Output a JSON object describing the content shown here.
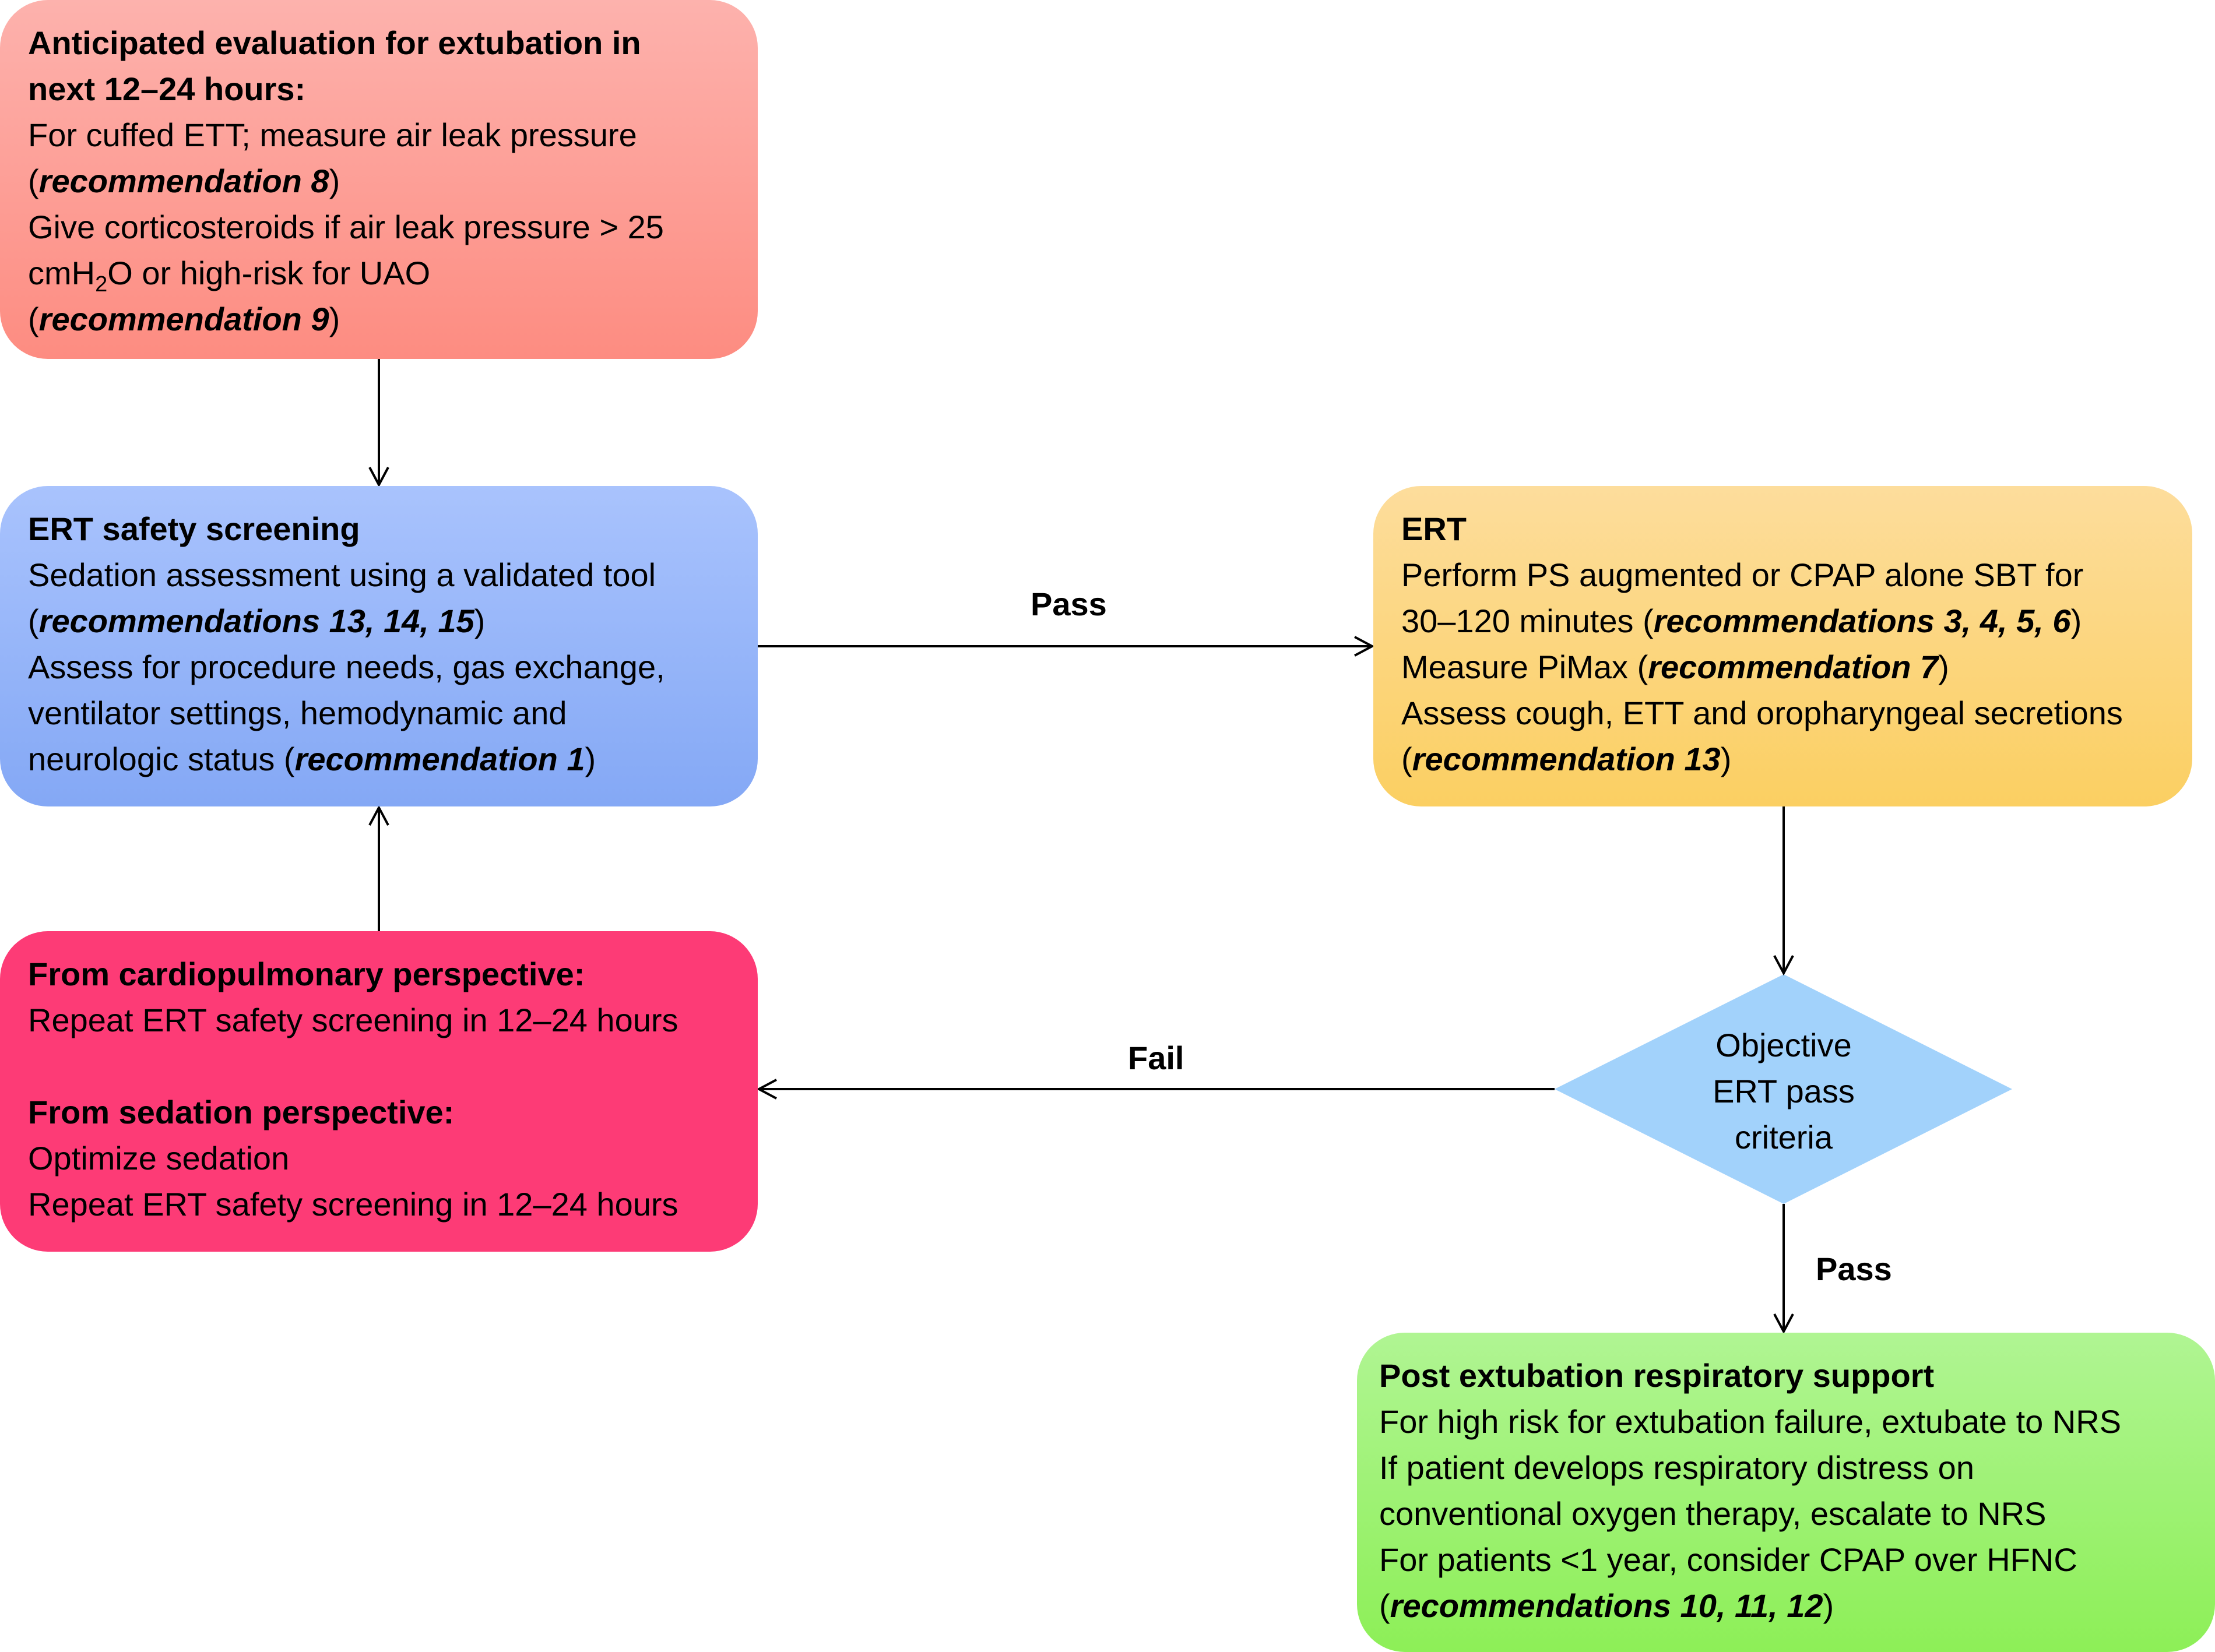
{
  "boxes": {
    "anticipated": {
      "title_line1": "Anticipated evaluation for extubation in",
      "title_line2": "next 12–24 hours:",
      "line1": "For cuffed ETT; measure air leak pressure",
      "rec1": "recommendation 8",
      "line2": "Give corticosteroids if air leak pressure > 25",
      "line3_pre": "cmH",
      "line3_sub": "2",
      "line3_post": "O or high-risk for UAO",
      "rec2": "recommendation 9",
      "color": "#fd9a90"
    },
    "safety": {
      "title": "ERT safety screening",
      "line1": "Sedation assessment using a validated tool",
      "rec1": "recommendations 13, 14, 15",
      "line2": "Assess for procedure needs, gas exchange,",
      "line3": "ventilator settings, hemodynamic and",
      "line4_pre": "neurologic status (",
      "rec2": "recommendation 1",
      "color": "#97b5fa"
    },
    "ert": {
      "title": "ERT",
      "line1": "Perform PS augmented or CPAP alone SBT for",
      "line2_pre": "30–120 minutes (",
      "rec1": "recommendations 3, 4, 5, 6",
      "line3_pre": "Measure PiMax (",
      "rec2": "recommendation 7",
      "line4": "Assess cough, ETT and oropharyngeal secretions",
      "rec3": "recommendation 13",
      "color": "#fcd67e"
    },
    "fail_actions": {
      "title1": "From cardiopulmonary perspective:",
      "line1": "Repeat ERT safety screening in 12–24 hours",
      "title2": "From sedation perspective:",
      "line2": "Optimize sedation",
      "line3": "Repeat ERT safety screening in 12–24 hours",
      "color": "#fd3b76"
    },
    "post": {
      "title": "Post extubation respiratory support",
      "line1": "For high risk for extubation failure, extubate to NRS",
      "line2": "If patient develops respiratory distress on",
      "line3": "conventional oxygen therapy, escalate to NRS",
      "line4": "For patients <1 year, consider CPAP over HFNC",
      "rec1": "recommendations 10, 11, 12",
      "color": "#9ff276"
    }
  },
  "decision": {
    "line1": "Objective",
    "line2": "ERT pass",
    "line3": "criteria",
    "color": "#a2d2fb"
  },
  "edges": {
    "safety_to_ert": "Pass",
    "decision_to_fail": "Fail",
    "decision_to_post": "Pass"
  }
}
